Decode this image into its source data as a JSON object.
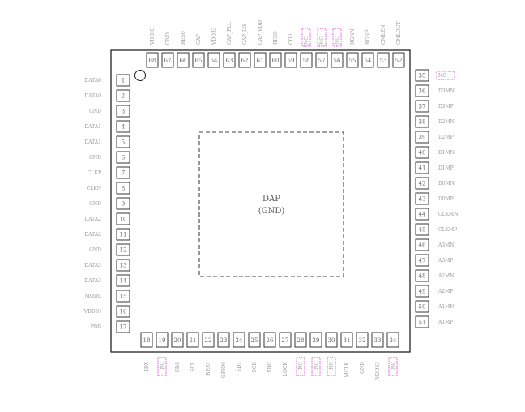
{
  "dap_label": "DAP",
  "dap_sublabel": "(GND)",
  "left_pins": [
    {
      "num": "1",
      "label": "DATA0"
    },
    {
      "num": "2",
      "label": "DATA0"
    },
    {
      "num": "3",
      "label": "GND"
    },
    {
      "num": "4",
      "label": "DATA1"
    },
    {
      "num": "5",
      "label": "DATA1"
    },
    {
      "num": "6",
      "label": "GND"
    },
    {
      "num": "7",
      "label": "CLKP"
    },
    {
      "num": "8",
      "label": "CLKN"
    },
    {
      "num": "9",
      "label": "GND"
    },
    {
      "num": "10",
      "label": "DATA2"
    },
    {
      "num": "11",
      "label": "DATA2"
    },
    {
      "num": "12",
      "label": "GND"
    },
    {
      "num": "13",
      "label": "DATA3"
    },
    {
      "num": "14",
      "label": "DATA3"
    },
    {
      "num": "15",
      "label": "MODE"
    },
    {
      "num": "16",
      "label": "VDDIO"
    },
    {
      "num": "17",
      "label": "PDB"
    }
  ],
  "bottom_pins": [
    {
      "num": "18",
      "label": "IDX",
      "hl": false
    },
    {
      "num": "19",
      "label": "NC",
      "hl": true
    },
    {
      "num": "20",
      "label": "SDA",
      "hl": false
    },
    {
      "num": "21",
      "label": "SCL",
      "hl": false
    },
    {
      "num": "22",
      "label": "RES1",
      "hl": false
    },
    {
      "num": "23",
      "label": "GPIO0",
      "hl": false
    },
    {
      "num": "24",
      "label": "SD1",
      "hl": false
    },
    {
      "num": "25",
      "label": "SCK",
      "hl": false
    },
    {
      "num": "26",
      "label": "SDC",
      "hl": false
    },
    {
      "num": "27",
      "label": "LOCK",
      "hl": false
    },
    {
      "num": "28",
      "label": "NC",
      "hl": true
    },
    {
      "num": "29",
      "label": "NC",
      "hl": true
    },
    {
      "num": "30",
      "label": "NC",
      "hl": true
    },
    {
      "num": "31",
      "label": "MCLK",
      "hl": false
    },
    {
      "num": "32",
      "label": "GND",
      "hl": false
    },
    {
      "num": "33",
      "label": "VDD33",
      "hl": false
    },
    {
      "num": "34",
      "label": "NC",
      "hl": true
    }
  ],
  "right_pins": [
    {
      "num": "35",
      "label": "NC",
      "hl": true
    },
    {
      "num": "36",
      "label": "D3MN",
      "hl": false
    },
    {
      "num": "37",
      "label": "D3MP",
      "hl": false
    },
    {
      "num": "38",
      "label": "D2MN",
      "hl": false
    },
    {
      "num": "39",
      "label": "D2MP",
      "hl": false
    },
    {
      "num": "40",
      "label": "D1MN",
      "hl": false
    },
    {
      "num": "41",
      "label": "D1MP",
      "hl": false
    },
    {
      "num": "42",
      "label": "D0MN",
      "hl": false
    },
    {
      "num": "43",
      "label": "D0MP",
      "hl": false
    },
    {
      "num": "44",
      "label": "CLKMN",
      "hl": false
    },
    {
      "num": "45",
      "label": "CLKMP",
      "hl": false
    },
    {
      "num": "46",
      "label": "A3MN",
      "hl": false
    },
    {
      "num": "47",
      "label": "A3MP",
      "hl": false
    },
    {
      "num": "48",
      "label": "A2MN",
      "hl": false
    },
    {
      "num": "49",
      "label": "A2MP",
      "hl": false
    },
    {
      "num": "50",
      "label": "A1MN",
      "hl": false
    },
    {
      "num": "51",
      "label": "A1MP",
      "hl": false
    }
  ],
  "top_pins": [
    {
      "num": "52",
      "label": "CMLOUT",
      "hl": false
    },
    {
      "num": "53",
      "label": "CMLEN",
      "hl": false
    },
    {
      "num": "54",
      "label": "RGNP",
      "hl": false
    },
    {
      "num": "55",
      "label": "RGNN",
      "hl": false
    },
    {
      "num": "56",
      "label": "NC",
      "hl": true
    },
    {
      "num": "57",
      "label": "NC",
      "hl": true
    },
    {
      "num": "58",
      "label": "NC",
      "hl": true
    },
    {
      "num": "59",
      "label": "CO0",
      "hl": false
    },
    {
      "num": "60",
      "label": "RES0",
      "hl": false
    },
    {
      "num": "61",
      "label": "CAP_VDD",
      "hl": false
    },
    {
      "num": "62",
      "label": "CAP_I2S",
      "hl": false
    },
    {
      "num": "63",
      "label": "CAP_PLL",
      "hl": false
    },
    {
      "num": "64",
      "label": "VDD33",
      "hl": false
    },
    {
      "num": "65",
      "label": "CAP",
      "hl": false
    },
    {
      "num": "66",
      "label": "RES0",
      "hl": false
    },
    {
      "num": "67",
      "label": "GND",
      "hl": false
    },
    {
      "num": "68",
      "label": "VDDIO",
      "hl": false
    }
  ]
}
